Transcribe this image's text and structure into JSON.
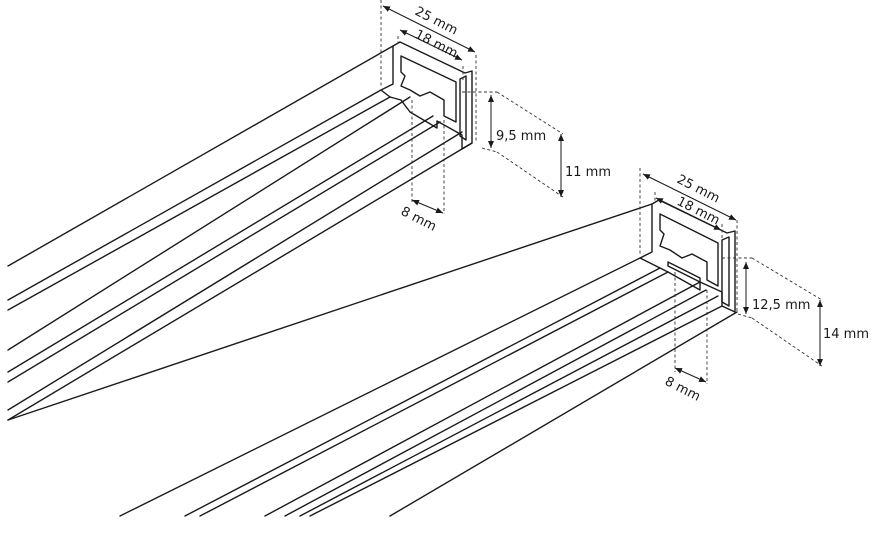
{
  "profile_a": {
    "width_outer": "25 mm",
    "width_inner": "18 mm",
    "inner_height": "9,5 mm",
    "outer_height": "11 mm",
    "slot_width": "8 mm"
  },
  "profile_b": {
    "width_outer": "25 mm",
    "width_inner": "18 mm",
    "inner_height": "12,5 mm",
    "outer_height": "14 mm",
    "slot_width": "8 mm"
  }
}
